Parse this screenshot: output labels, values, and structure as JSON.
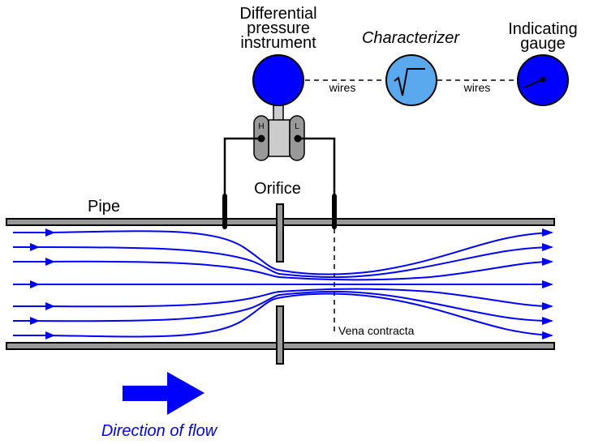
{
  "labels": {
    "dp_instrument": [
      "Differential",
      "pressure",
      "instrument"
    ],
    "characterizer": "Characterizer",
    "gauge": [
      "Indicating",
      "gauge"
    ],
    "wires_left": "wires",
    "wires_right": "wires",
    "high_port": "H",
    "low_port": "L",
    "orifice": "Orifice",
    "pipe": "Pipe",
    "vena_contracta": "Vena contracta",
    "direction": "Direction of flow"
  },
  "icons": {
    "characterizer_symbol": "square-root-icon",
    "gauge_needle": "gauge-needle-icon",
    "flow_arrow": "right-arrow-icon"
  },
  "colors": {
    "instrument_blue": "#0000ff",
    "characterizer_blue": "#5aa9ee",
    "streamline_blue": "#0000ff",
    "pipe_gray": "#999999",
    "transmitter_gray": "#cccccc",
    "capsule_gray": "#999999"
  },
  "streamlines_count": 7
}
